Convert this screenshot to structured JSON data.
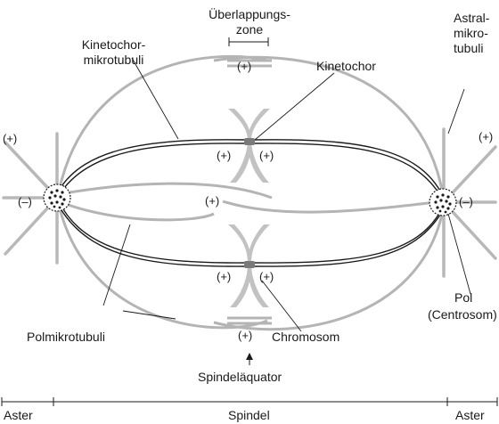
{
  "labels": {
    "overlap_zone": [
      "Überlappungs-",
      "zone"
    ],
    "kinetochore_mt": [
      "Kinetochor-",
      "mikrotubuli"
    ],
    "astral_mt": [
      "Astral-",
      "mikro-",
      "tubuli"
    ],
    "kinetochore": "Kinetochor",
    "pole": [
      "Pol",
      "(Centrosom)"
    ],
    "polar_mt": "Polmikrotubuli",
    "chromosome": "Chromosom",
    "spindle_equator": "Spindeläquator",
    "bottom_aster_left": "Aster",
    "bottom_spindle": "Spindel",
    "bottom_aster_right": "Aster"
  },
  "polarity": {
    "plus": "(+)",
    "minus": "(–)"
  },
  "colors": {
    "gray_microtubule": "#b4b4b4",
    "chromosome": "#c2c2c2",
    "black": "#1a1a1a"
  }
}
